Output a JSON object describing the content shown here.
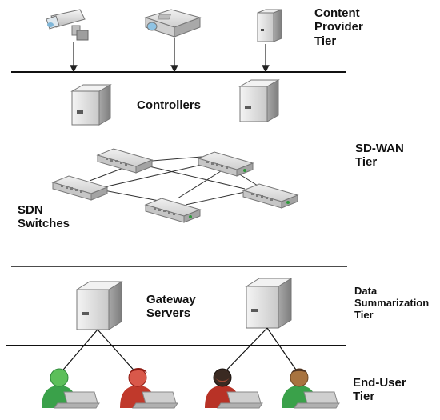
{
  "labels": {
    "content_provider_tier": "Content\nProvider\nTier",
    "controllers": "Controllers",
    "sdwan_tier": "SD-WAN\nTier",
    "sdn_switches": "SDN\nSwitches",
    "gateway_servers": "Gateway\nServers",
    "data_summarization_tier": "Data\nSummarization\nTier",
    "end_user_tier": "End-User\nTier"
  },
  "icons": {
    "content_providers": [
      "security-camera-icon",
      "projector-icon",
      "server-tower-icon"
    ],
    "controllers": [
      "server-icon",
      "server-icon"
    ],
    "switches": [
      "network-switch-icon",
      "network-switch-icon",
      "network-switch-icon",
      "network-switch-icon",
      "network-switch-icon"
    ],
    "gateways": [
      "server-icon",
      "server-icon"
    ],
    "end_users": [
      "user-laptop-icon",
      "user-laptop-icon",
      "user-laptop-icon",
      "user-laptop-icon"
    ]
  },
  "colors": {
    "line": "#111111",
    "server_light": "#e9e9e9",
    "server_dark": "#9a9a9a",
    "user_green": "#3aa14a",
    "user_red": "#c0392b",
    "user_dark_red": "#8e1a12",
    "laptop": "#b8b8b8"
  }
}
